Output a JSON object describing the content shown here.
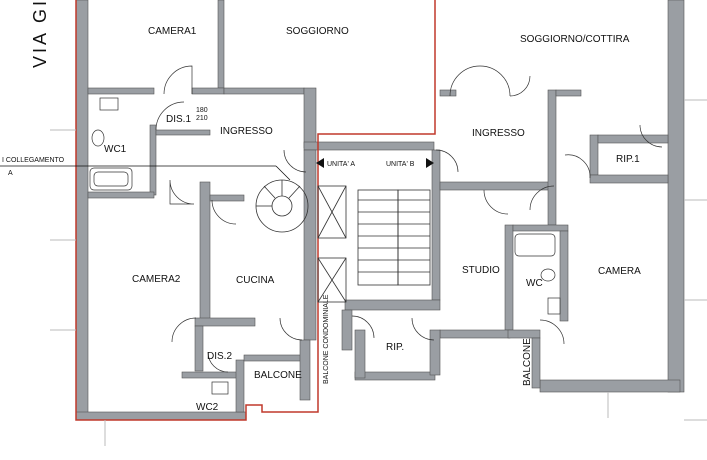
{
  "street_label": "VIA GI",
  "units": {
    "a": "UNITA' A",
    "b": "UNITA' B"
  },
  "annotation": {
    "line1": "I COLLEGAMENTO",
    "line2": "A"
  },
  "dim_note": {
    "top": "180",
    "bottom": "210"
  },
  "rooms": {
    "camera1": "CAMERA1",
    "soggiorno": "SOGGIORNO",
    "soggiorno_cottura": "SOGGIORNO/COTTIRA",
    "dis1": "DIS.1",
    "ingresso_a": "INGRESSO",
    "wc1": "WC1",
    "ingresso_b": "INGRESSO",
    "rip1": "RIP.1",
    "camera2": "CAMERA2",
    "cucina": "CUCINA",
    "studio": "STUDIO",
    "camera": "CAMERA",
    "wc": "WC",
    "dis2": "DIS.2",
    "rip": "RIP.",
    "balcone": "BALCONE",
    "wc2": "WC2",
    "balcone_condominiale": "BALCONE CONDOMINIALE",
    "balcone_right": "BALCONE"
  },
  "colors": {
    "wall": "#9a9ea3",
    "outline": "#c0392b",
    "ink": "#111111"
  }
}
